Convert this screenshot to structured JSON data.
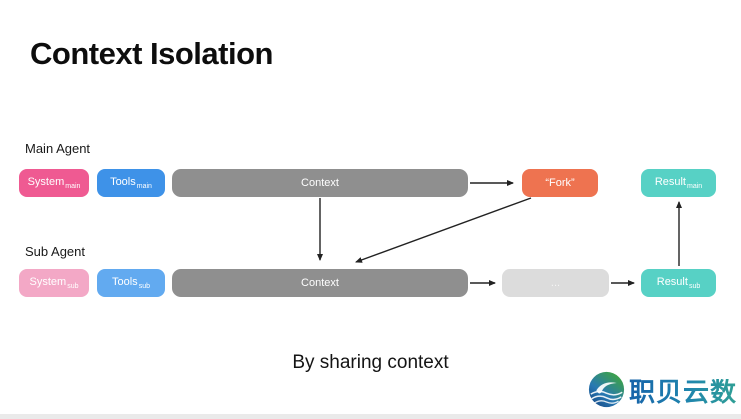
{
  "title": "Context Isolation",
  "caption": "By sharing context",
  "main_agent": {
    "label": "Main Agent",
    "system_label": "System",
    "system_sub": "main",
    "tools_label": "Tools",
    "tools_sub": "main",
    "context_label": "Context",
    "fork_label": "“Fork”",
    "result_label": "Result",
    "result_sub": "main"
  },
  "sub_agent": {
    "label": "Sub Agent",
    "system_label": "System",
    "system_sub": "sub",
    "tools_label": "Tools",
    "tools_sub": "sub",
    "context_label": "Context",
    "placeholder_label": "...",
    "result_label": "Result",
    "result_sub": "sub"
  },
  "watermark": {
    "brand": "职贝云数"
  },
  "colors": {
    "system_main": "#ef5a92",
    "tools_main": "#3e92e8",
    "context": "#8f8f8f",
    "fork": "#ee7350",
    "result": "#57d1c5",
    "system_sub": "#f3a8c6",
    "tools_sub": "#62aaf0",
    "placeholder": "#dcdcdc",
    "arrow": "#222222",
    "title_text": "#0d0d0d",
    "watermark_blue": "#1763aa",
    "watermark_green": "#2f9f95"
  }
}
